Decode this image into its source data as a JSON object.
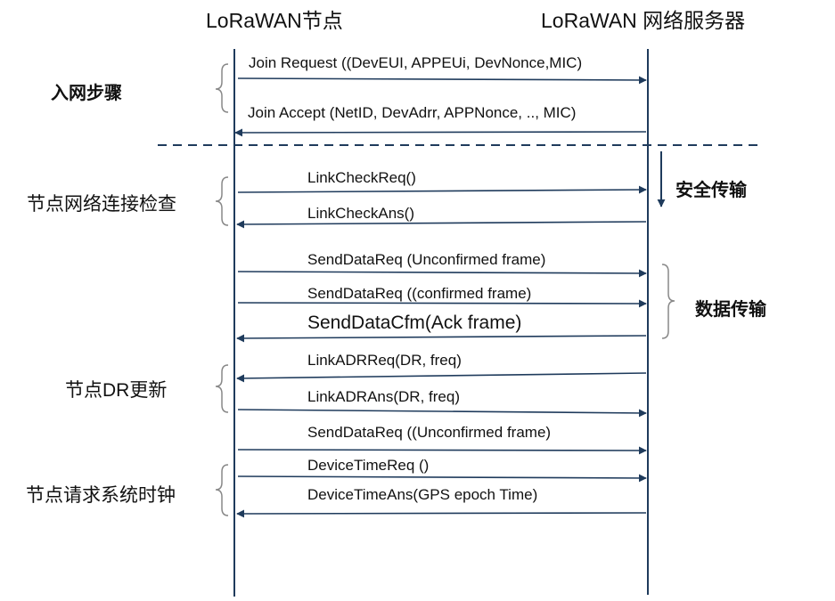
{
  "participants": {
    "node": "LoRaWAN节点",
    "server": "LoRaWAN 网络服务器"
  },
  "groups": {
    "join": "入网步骤",
    "secure": "安全传输",
    "link_check": "节点网络连接检查",
    "data": "数据传输",
    "dr_update": "节点DR更新",
    "time_request": "节点请求系统时钟"
  },
  "messages": [
    {
      "text": "Join Request ((DevEUI, APPEUi, DevNonce,MIC)",
      "direction": "to-server"
    },
    {
      "text": "Join Accept (NetID, DevAdrr, APPNonce, .., MIC)",
      "direction": "to-node"
    },
    {
      "text": "LinkCheckReq()",
      "direction": "to-server"
    },
    {
      "text": "LinkCheckAns()",
      "direction": "to-node"
    },
    {
      "text": "SendDataReq (Unconfirmed frame)",
      "direction": "to-server"
    },
    {
      "text": "SendDataReq ((confirmed frame)",
      "direction": "to-server"
    },
    {
      "text": "SendDataCfm(Ack frame)",
      "direction": "to-node"
    },
    {
      "text": "LinkADRReq(DR, freq)",
      "direction": "to-node"
    },
    {
      "text": "LinkADRAns(DR, freq)",
      "direction": "to-server"
    },
    {
      "text": "SendDataReq ((Unconfirmed frame)",
      "direction": "to-server"
    },
    {
      "text": "DeviceTimeReq ()",
      "direction": "to-server"
    },
    {
      "text": "DeviceTimeAns(GPS epoch Time)",
      "direction": "to-node"
    }
  ],
  "colors": {
    "line": "#1f3b5c",
    "text": "#111111"
  }
}
